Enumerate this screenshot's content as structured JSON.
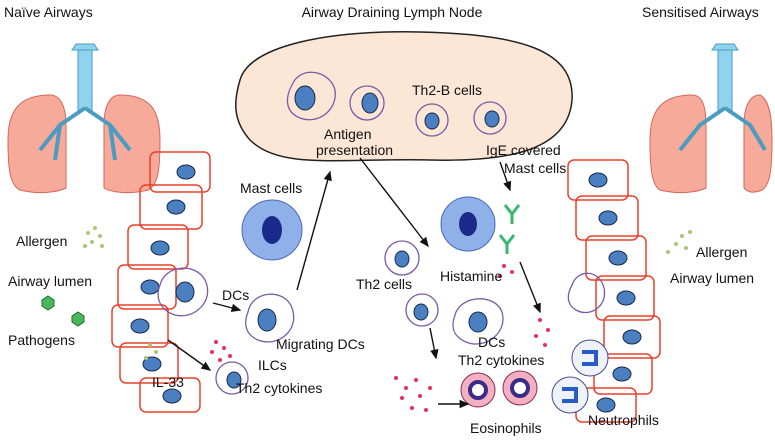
{
  "titles": {
    "left": "Naïve Airways",
    "center": "Airway Draining Lymph Node",
    "right": "Sensitised Airways"
  },
  "labels": {
    "allergen_left": "Allergen",
    "airway_lumen_left": "Airway lumen",
    "pathogens": "Pathogens",
    "il33": "IL-33",
    "dcs_left": "DCs",
    "ilcs": "ILCs",
    "migrating_dcs": "Migrating DCs",
    "th2_cytokines_left": "Th2 cytokines",
    "mast_cells": "Mast cells",
    "antigen_presentation_1": "Antigen",
    "antigen_presentation_2": "presentation",
    "th2b_cells": "Th2-B cells",
    "ige_mast_1": "IgE covered",
    "ige_mast_2": "Mast cells",
    "th2_cells": "Th2 cells",
    "histamine": "Histamine",
    "dcs_right": "DCs",
    "th2_cytokines_right": "Th2 cytokines",
    "eosinophils": "Eosinophils",
    "neutrophils": "Neutrophils",
    "allergen_right": "Allergen",
    "airway_lumen_right": "Airway lumen"
  },
  "colors": {
    "epithelium": "#e8402a",
    "nucleus": "#4a7fc1",
    "lung": "#f7a99a",
    "trachea": "#8fd3ee",
    "lymph_node": "#fce6d6",
    "mast_cell": "#8fb0e8",
    "cytokine_dot": "#e8305a",
    "allergen_dot": "#a8c878",
    "pathogen": "#4ab85a",
    "cell_outline": "#7a5aa8"
  }
}
